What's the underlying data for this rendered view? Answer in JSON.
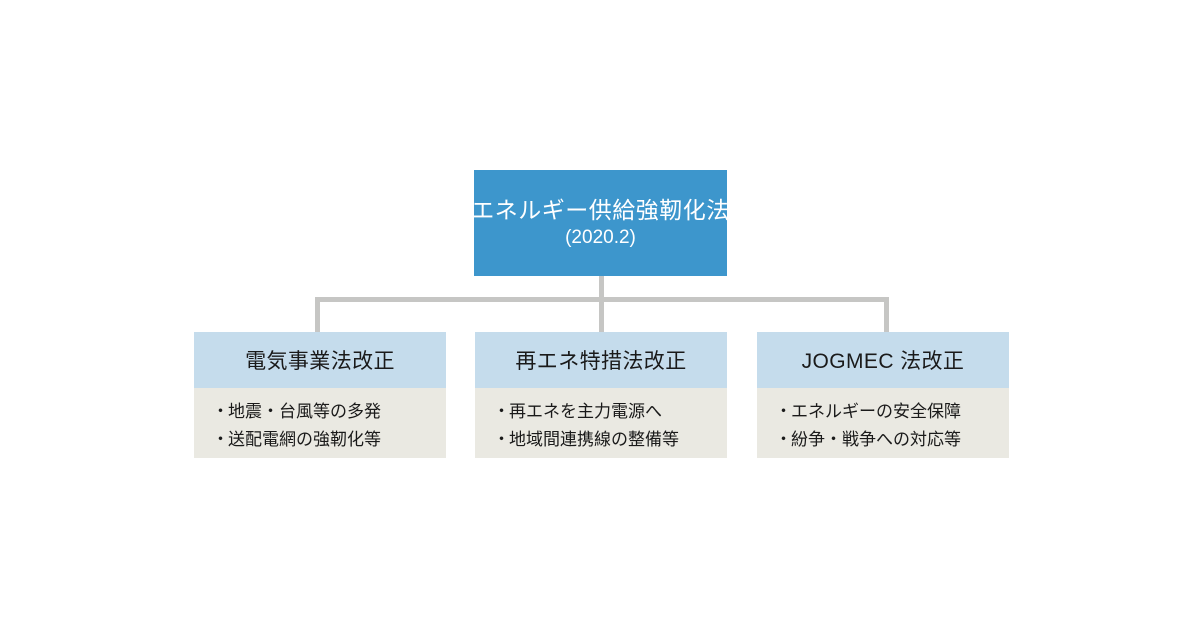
{
  "diagram": {
    "type": "org-tree",
    "colors": {
      "root_fill": "#3d96cc",
      "root_text": "#ffffff",
      "child_header_fill": "#c5dcec",
      "child_body_fill": "#eae9e2",
      "connector": "#c6c6c4",
      "text": "#1a1a1a",
      "background": "#ffffff"
    },
    "root": {
      "title": "エネルギー供給強靭化法",
      "subtitle": "(2020.2)"
    },
    "children": [
      {
        "header": "電気事業法改正",
        "bullets": [
          {
            "mark": "・",
            "text": "地震・台風等の多発"
          },
          {
            "mark": "・",
            "text": "送配電網の強靭化等"
          }
        ]
      },
      {
        "header": "再エネ特措法改正",
        "bullets": [
          {
            "mark": "・",
            "text": "再エネを主力電源へ"
          },
          {
            "mark": "・",
            "text": "地域間連携線の整備等"
          }
        ]
      },
      {
        "header": "JOGMEC 法改正",
        "bullets": [
          {
            "mark": "・",
            "text": "エネルギーの安全保障"
          },
          {
            "mark": "・",
            "text": "紛争・戦争への対応等"
          }
        ]
      }
    ]
  }
}
